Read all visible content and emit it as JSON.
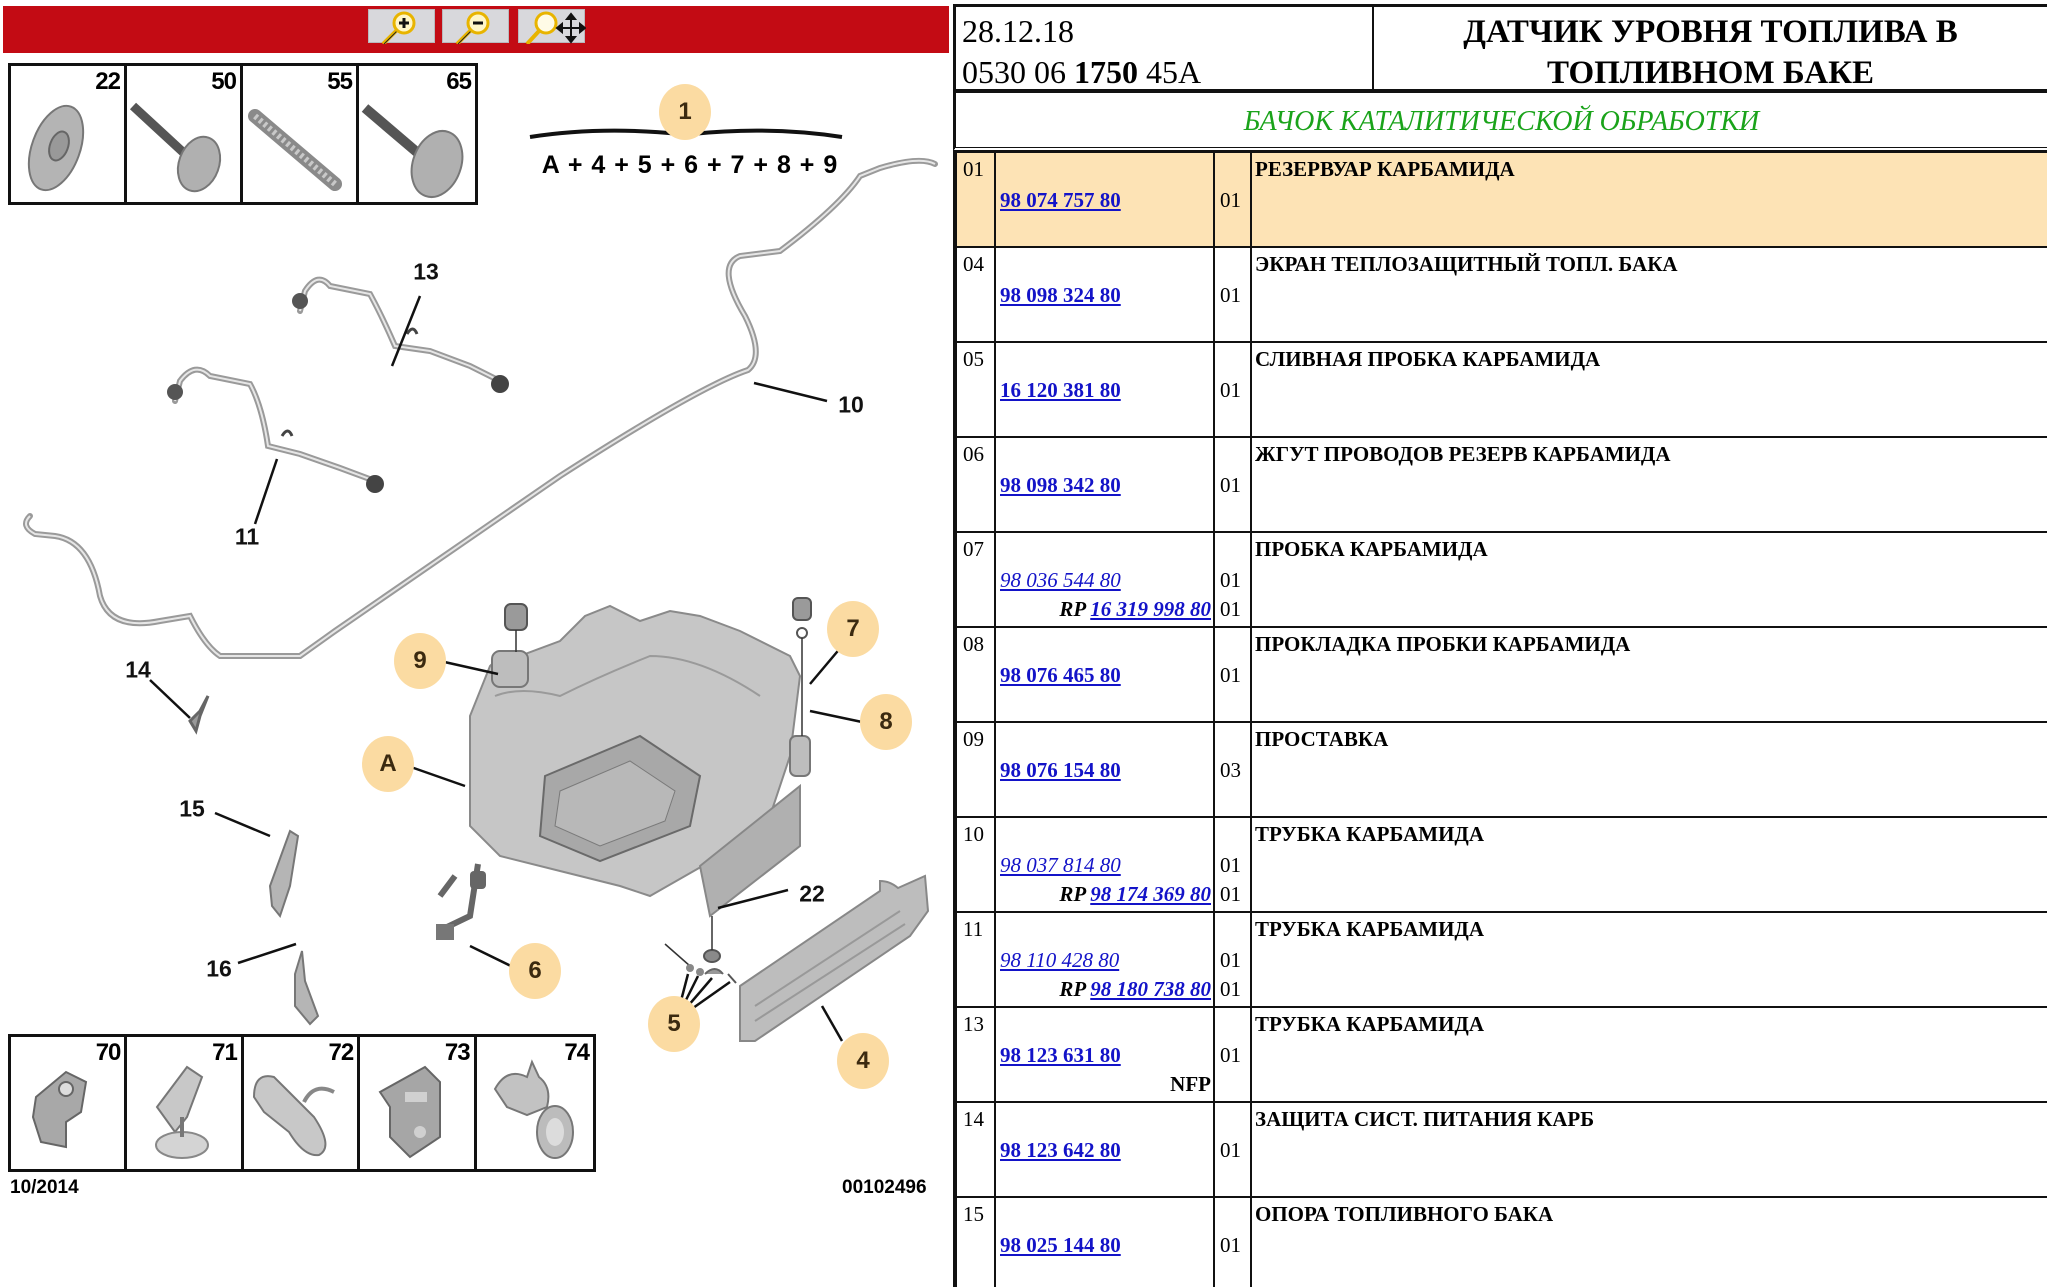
{
  "toolbar": {
    "buttons": [
      {
        "name": "zoom-in",
        "icon": "magnifier-plus-icon"
      },
      {
        "name": "zoom-out",
        "icon": "magnifier-minus-icon"
      },
      {
        "name": "zoom-pan",
        "icon": "magnifier-move-icon"
      }
    ],
    "bar_color": "#c30b14"
  },
  "diagram": {
    "top_insets": [
      "22",
      "50",
      "55",
      "65"
    ],
    "bottom_insets": [
      "70",
      "71",
      "72",
      "73",
      "74"
    ],
    "kit_label": "1",
    "kit_formula": "A + 4 + 5 + 6 + 7 + 8 + 9",
    "callouts_plain": [
      "13",
      "10",
      "11",
      "14",
      "15",
      "16",
      "22"
    ],
    "callouts_bubble": [
      "9",
      "A",
      "7",
      "8",
      "6",
      "5",
      "4"
    ],
    "footer_date": "10/2014",
    "footer_code": "00102496",
    "bubble_color": "#fbdba2"
  },
  "header": {
    "date": "28.12.18",
    "code_prefix": "0530 06",
    "code_bold": "1750",
    "code_suffix": "45A",
    "title_line1": "ДАТЧИК УРОВНЯ ТОПЛИВА В",
    "title_line2": "ТОПЛИВНОМ БАКЕ"
  },
  "section": {
    "title": "БАЧОК КАТАЛИТИЧЕСКОЙ ОБРАБОТКИ",
    "color": "#1aa31a"
  },
  "parts": [
    {
      "idx": "01",
      "ref": "98 074 757 80",
      "qty": "01",
      "desc": "РЕЗЕРВУАР КАРБАМИДА",
      "highlight": true
    },
    {
      "idx": "04",
      "ref": "98 098 324 80",
      "qty": "01",
      "desc": "ЭКРАН ТЕПЛОЗАЩИТНЫЙ ТОПЛ. БАКА"
    },
    {
      "idx": "05",
      "ref": "16 120 381 80",
      "qty": "01",
      "desc": "СЛИВНАЯ ПРОБКА КАРБАМИДА"
    },
    {
      "idx": "06",
      "ref": "98 098 342 80",
      "qty": "01",
      "desc": "ЖГУТ ПРОВОДОВ РЕЗЕРВ КАРБАМИДА"
    },
    {
      "idx": "07",
      "ref": "98 036 544 80",
      "qty": "01",
      "desc": "ПРОБКА КАРБАМИДА",
      "superseded": true,
      "rp_label": "RP",
      "rp_ref": "16 319 998 80",
      "rp_qty": "01"
    },
    {
      "idx": "08",
      "ref": "98 076 465 80",
      "qty": "01",
      "desc": "ПРОКЛАДКА ПРОБКИ КАРБАМИДА"
    },
    {
      "idx": "09",
      "ref": "98 076 154 80",
      "qty": "03",
      "desc": "ПРОСТАВКА"
    },
    {
      "idx": "10",
      "ref": "98 037 814 80",
      "qty": "01",
      "desc": "ТРУБКА КАРБАМИДА",
      "superseded": true,
      "rp_label": "RP",
      "rp_ref": "98 174 369 80",
      "rp_qty": "01"
    },
    {
      "idx": "11",
      "ref": "98 110 428 80",
      "qty": "01",
      "desc": "ТРУБКА КАРБАМИДА",
      "superseded": true,
      "rp_label": "RP",
      "rp_ref": "98 180 738 80",
      "rp_qty": "01"
    },
    {
      "idx": "13",
      "ref": "98 123 631 80",
      "qty": "01",
      "desc": "ТРУБКА КАРБАМИДА",
      "note": "NFP"
    },
    {
      "idx": "14",
      "ref": "98 123 642 80",
      "qty": "01",
      "desc": "ЗАЩИТА СИСТ. ПИТАНИЯ КАРБ"
    },
    {
      "idx": "15",
      "ref": "98 025 144 80",
      "qty": "01",
      "desc": "ОПОРА ТОПЛИВНОГО БАКА"
    }
  ],
  "colors": {
    "link": "#1313c8",
    "highlight_row": "#fde3b5"
  }
}
